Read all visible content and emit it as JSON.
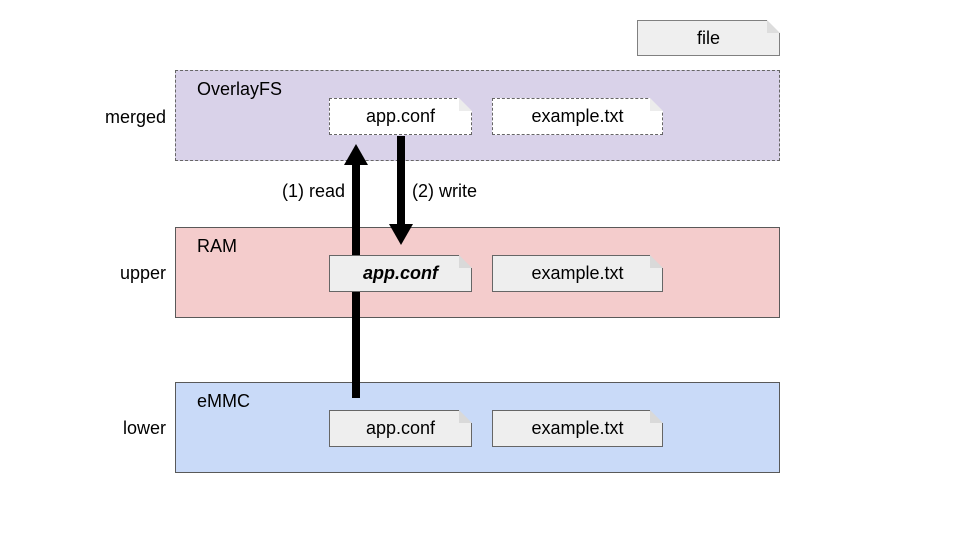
{
  "legend": {
    "label": "file"
  },
  "layers": [
    {
      "side_label": "merged",
      "band_title": "OverlayFS",
      "files": [
        "app.conf",
        "example.txt"
      ]
    },
    {
      "side_label": "upper",
      "band_title": "RAM",
      "files": [
        "app.conf",
        "example.txt"
      ]
    },
    {
      "side_label": "lower",
      "band_title": "eMMC",
      "files": [
        "app.conf",
        "example.txt"
      ]
    }
  ],
  "arrows": [
    {
      "label": "(1) read",
      "direction": "up"
    },
    {
      "label": "(2) write",
      "direction": "down"
    }
  ],
  "colors": {
    "merged_fill": "#d9d2e9",
    "upper_fill": "#f4cccc",
    "lower_fill": "#c9daf8",
    "file_fill": "#eeeeee",
    "file_fill_merged": "#ffffff",
    "arrow": "#000000",
    "border": "#666666"
  }
}
